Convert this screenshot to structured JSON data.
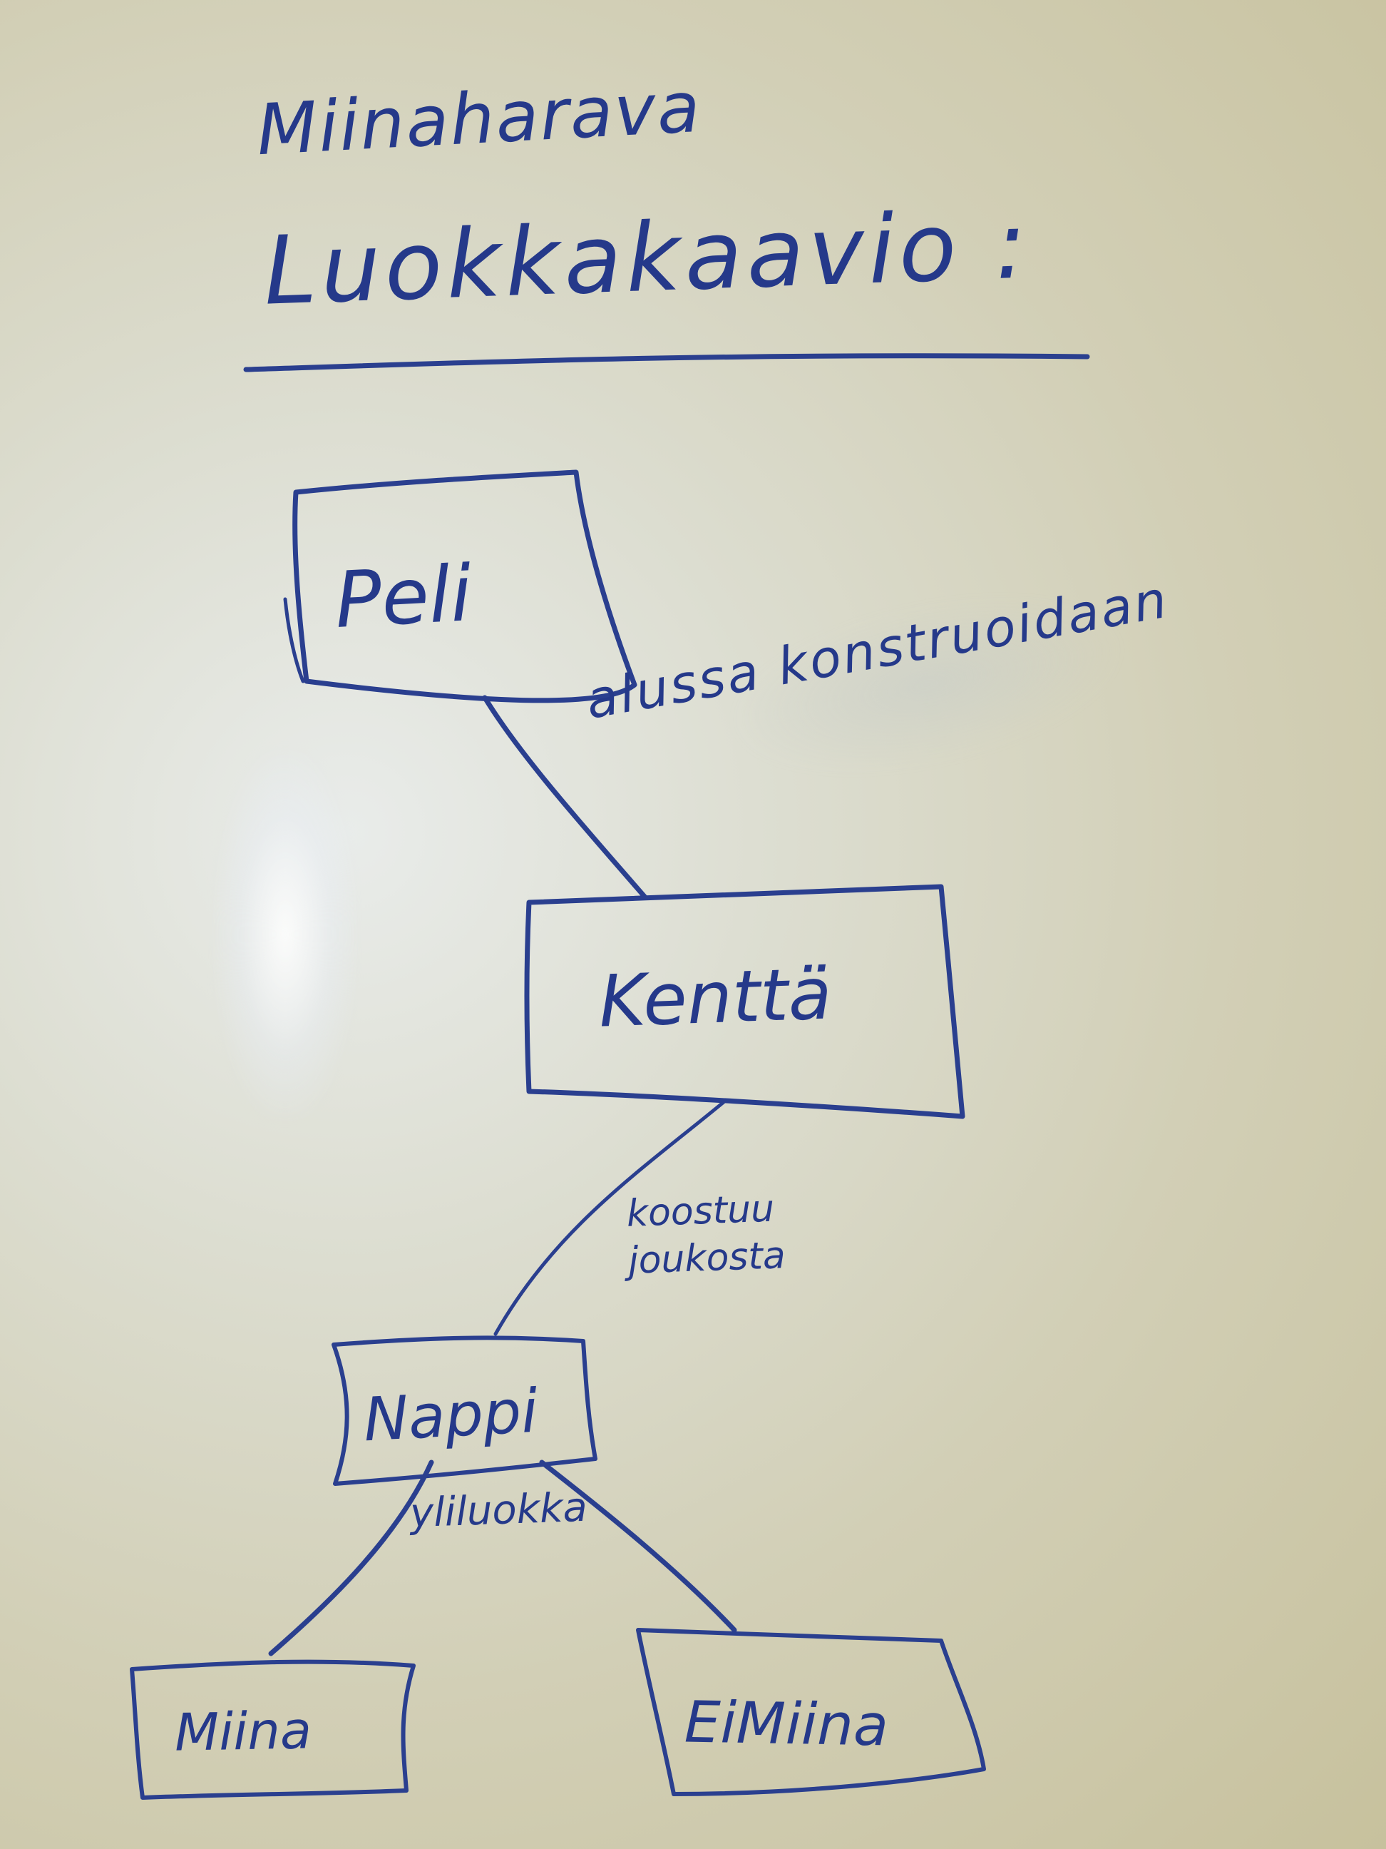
{
  "diagram": {
    "title_line1": "Miinaharava",
    "title_line2": "Luokkakaavio :",
    "nodes": {
      "peli": "Peli",
      "kentta": "Kenttä",
      "nappi": "Nappi",
      "miina": "Miina",
      "eimiina": "EiMiina"
    },
    "edge_labels": {
      "peli_kentta": "alussa konstruoidaan",
      "kentta_nappi": "koostuu\njoukosta",
      "nappi_subclasses": "yliluokka"
    }
  },
  "colors": {
    "ink": "#2a3f8f",
    "board": "#dcdccd"
  }
}
